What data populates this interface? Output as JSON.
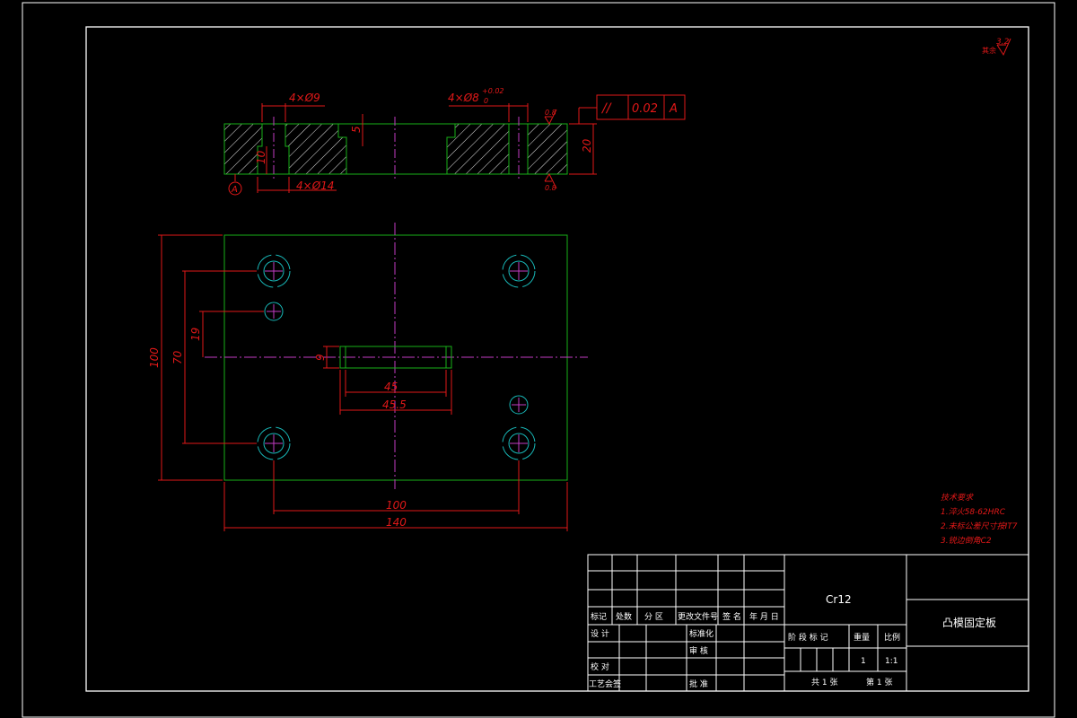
{
  "colors": {
    "background": "#000000",
    "border": "#ffffff",
    "outline": "#19b019",
    "centerline": "#c23cc2",
    "dimension": "#e01818",
    "hole": "#18b8b8",
    "hatch": "#e8e8e8",
    "titleblock": "#ffffff"
  },
  "roughness": {
    "corner_label": "其余",
    "corner_value": "3.2",
    "top_value": "0.8",
    "bottom_value": "0.8"
  },
  "section_view": {
    "dim_hole9": "4×Ø9",
    "dim_hole8": "4×Ø8",
    "dim_hole8_tol_upper": "+0.02",
    "dim_hole8_tol_lower": "0",
    "dim_counterbore": "4×Ø14",
    "dim_depth5": "5",
    "dim_depth10": "10",
    "dim_thickness": "20",
    "datum_label": "A",
    "tolerance_symbol": "//",
    "tolerance_value": "0.02",
    "tolerance_datum": "A"
  },
  "plan_view": {
    "dim_height_100": "100",
    "dim_70": "70",
    "dim_19": "19",
    "dim_slot_width": "9",
    "dim_slot_45": "45",
    "dim_slot_45_5": "45.5",
    "dim_width_100": "100",
    "dim_width_140": "140"
  },
  "tech_requirements": {
    "title": "技术要求",
    "items": [
      "1.淬火58-62HRC",
      "2.未标公差尺寸按IT7",
      "3.锐边倒角C2"
    ]
  },
  "title_block": {
    "material": "Cr12",
    "part_name": "凸模固定板",
    "rev_headers": [
      "标记",
      "处数",
      "分 区",
      "更改文件号",
      "签 名",
      "年 月 日"
    ],
    "design": "设 计",
    "standardize": "标准化",
    "check": "校 对",
    "review": "审 核",
    "process": "工艺会签",
    "approve": "批 准",
    "stage_mark": "阶 段 标 记",
    "weight_label": "重量",
    "scale_label": "比例",
    "weight_value": "1",
    "scale_value": "1:1",
    "total_sheets": "共 1 张",
    "sheet_no": "第 1 张"
  }
}
